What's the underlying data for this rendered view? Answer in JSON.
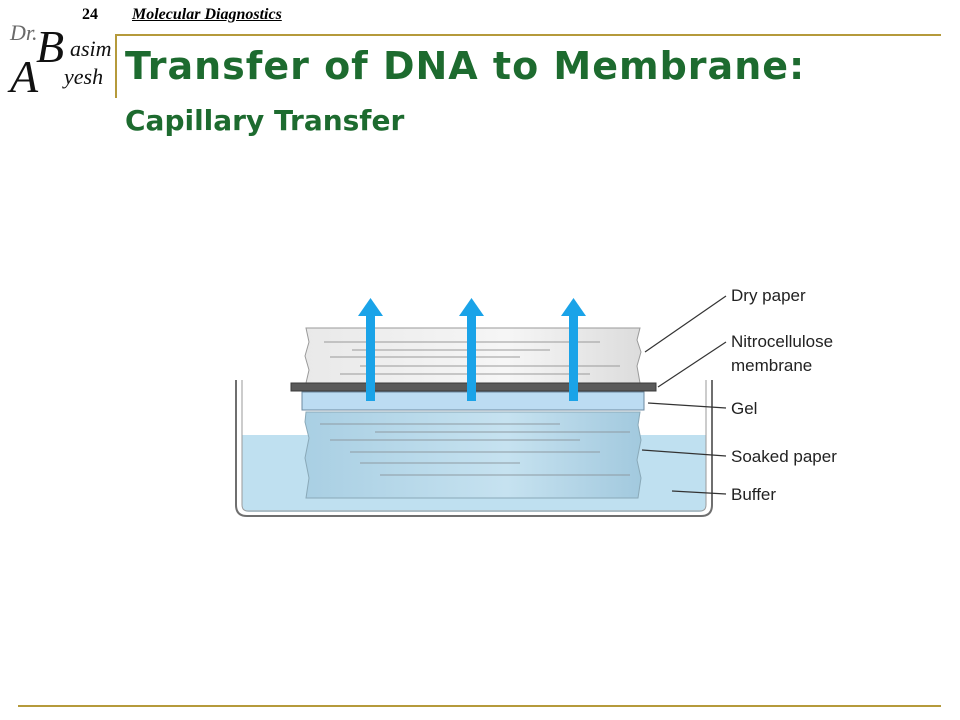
{
  "header": {
    "slide_number": "24",
    "course_title": "Molecular Diagnostics"
  },
  "logo": {
    "dr": "Dr.",
    "b": "B",
    "asim": "asim",
    "a": "A",
    "yesh": "yesh"
  },
  "slide": {
    "title": "Transfer of DNA to Membrane:",
    "subtitle": "Capillary Transfer"
  },
  "diagram": {
    "labels": {
      "dry_paper": "Dry paper",
      "nitrocellulose_line1": "Nitrocellulose",
      "nitrocellulose_line2": "membrane",
      "gel": "Gel",
      "soaked_paper": "Soaked paper",
      "buffer": "Buffer"
    },
    "colors": {
      "arrow": "#1aa3e8",
      "buffer": "#bfe0f0",
      "gel": "#bcdcf2",
      "membrane": "#5a5a5a",
      "accent_rule": "#b59a3b",
      "title_green": "#1d6b2f"
    }
  }
}
